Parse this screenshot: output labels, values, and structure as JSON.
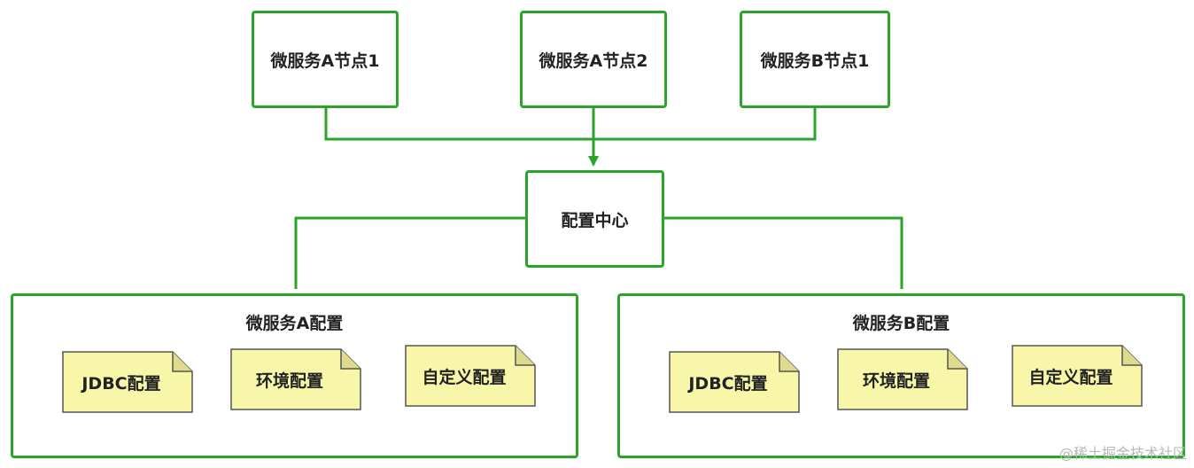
{
  "colors": {
    "border": "#2aa52a",
    "note_fill": "#f8f6a8",
    "note_border": "#555555",
    "text": "#222222"
  },
  "nodes": {
    "service_a_node1": "微服务A节点1",
    "service_a_node2": "微服务A节点2",
    "service_b_node1": "微服务B节点1",
    "config_center": "配置中心"
  },
  "groups": {
    "service_a": {
      "title": "微服务A配置",
      "notes": [
        "JDBC配置",
        "环境配置",
        "自定义配置"
      ]
    },
    "service_b": {
      "title": "微服务B配置",
      "notes": [
        "JDBC配置",
        "环境配置",
        "自定义配置"
      ]
    }
  },
  "watermark": "@稀土掘金技术社区"
}
